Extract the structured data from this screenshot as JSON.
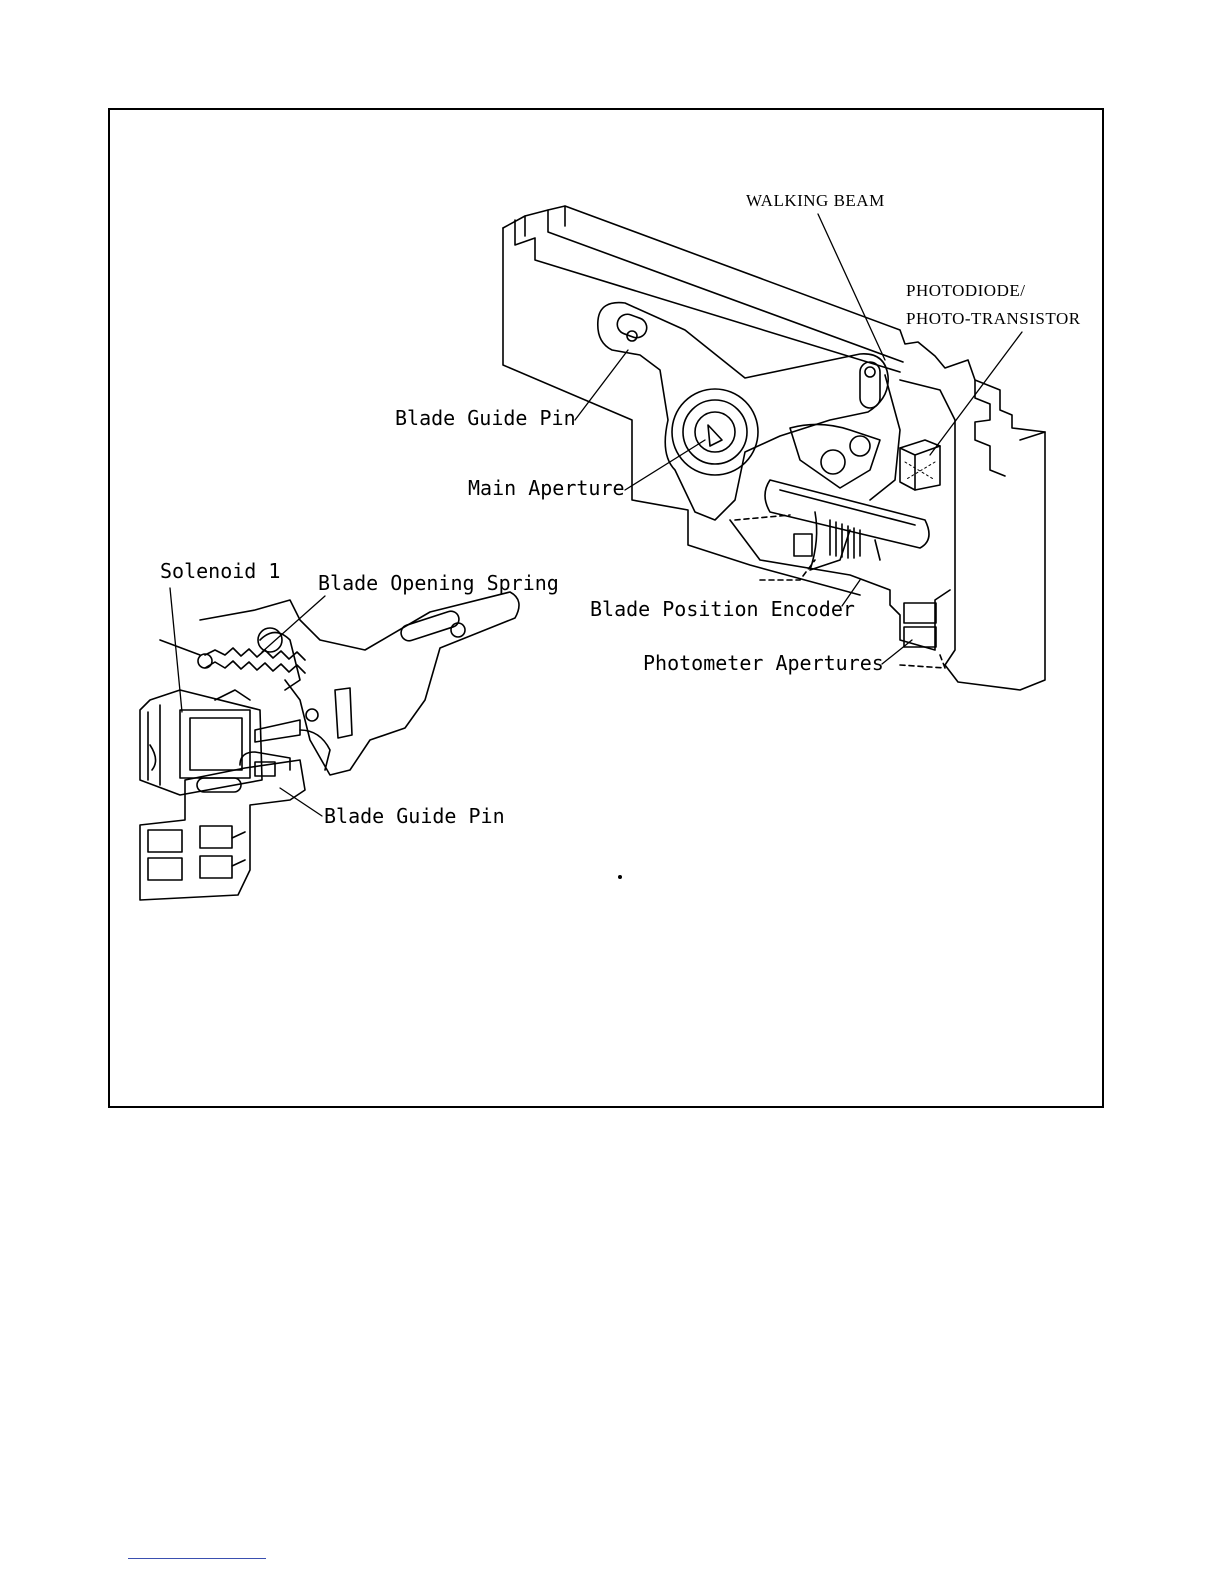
{
  "labels": {
    "walking_beam": "WALKING BEAM",
    "photodiode_line1": "PHOTODIODE/",
    "photodiode_line2": "PHOTO-TRANSISTOR",
    "blade_guide_pin_top": "Blade Guide Pin",
    "main_aperture": "Main Aperture",
    "solenoid": "Solenoid 1",
    "blade_opening_spring": "Blade Opening Spring",
    "blade_position_encoder": "Blade Position Encoder",
    "photometer_apertures": "Photometer Apertures",
    "blade_guide_pin_bottom": "Blade Guide Pin"
  }
}
